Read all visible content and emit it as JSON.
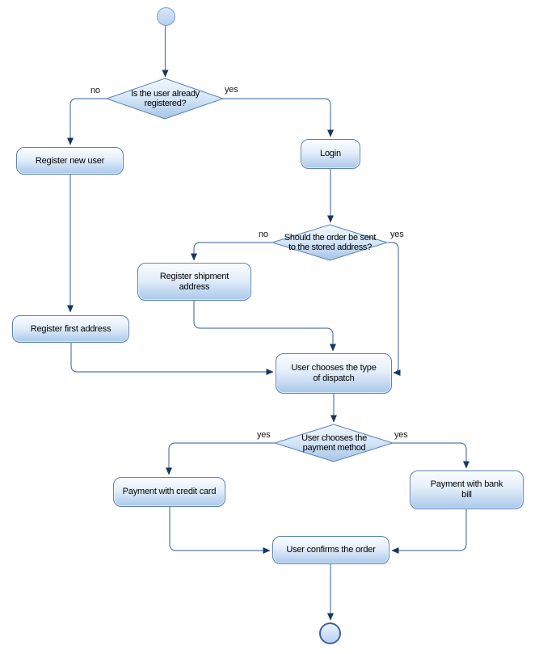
{
  "diagram": {
    "type": "activity-flowchart",
    "nodes": {
      "decision_registered": {
        "label": "Is the user already\nregistered?"
      },
      "register_new_user": {
        "label": "Register new user"
      },
      "login": {
        "label": "Login"
      },
      "decision_stored_address": {
        "label": "Should the order be sent\nto the stored address?"
      },
      "register_shipment_address": {
        "label": "Register shipment\naddress"
      },
      "register_first_address": {
        "label": "Register first address"
      },
      "choose_dispatch": {
        "label": "User chooses the type\nof dispatch"
      },
      "decision_payment_method": {
        "label": "User chooses the\npayment method"
      },
      "payment_credit_card": {
        "label": "Payment with credit card"
      },
      "payment_bank_bill": {
        "label": "Payment with bank\nbill"
      },
      "confirm_order": {
        "label": "User confirms the order"
      }
    },
    "edge_labels": {
      "registered_no": "no",
      "registered_yes": "yes",
      "stored_no": "no",
      "stored_yes": "yes",
      "payment_credit": "yes",
      "payment_bank": "yes"
    },
    "colors": {
      "node_border": "#5d81b4",
      "node_fill_top": "#fbfdff",
      "node_fill_bottom": "#a9c8ea",
      "connector": "#5b7aa8",
      "arrowhead": "#17375d",
      "text": "#000000",
      "background": "#ffffff"
    }
  }
}
